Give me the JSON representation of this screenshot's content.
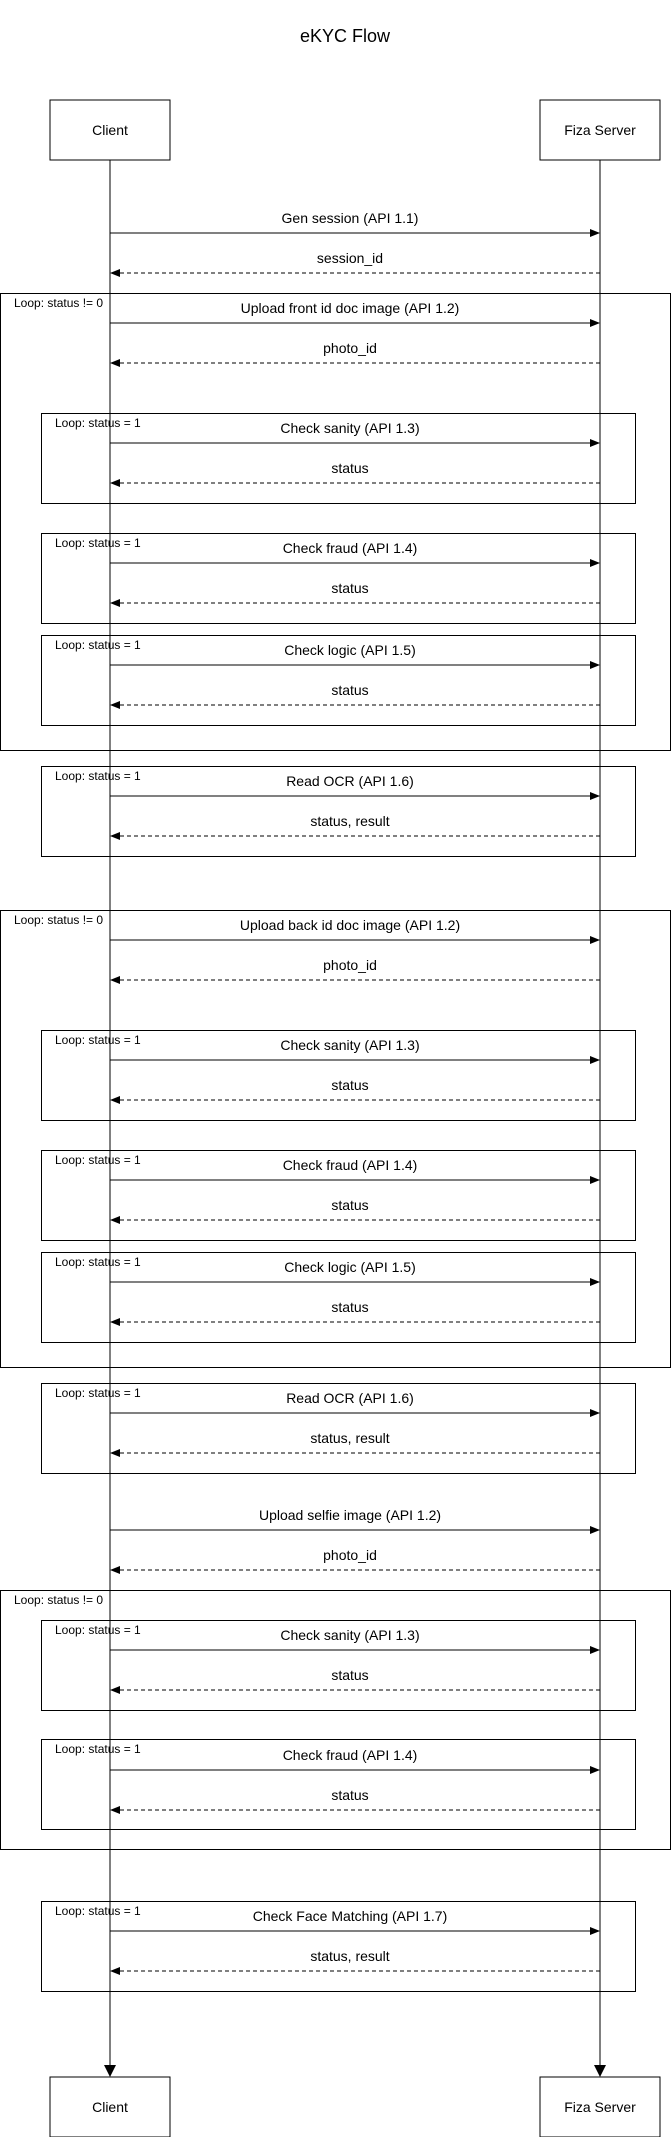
{
  "title": "eKYC Flow",
  "actors": {
    "left": "Client",
    "right": "Fiza Server"
  },
  "loops": [
    {
      "label": "Loop: status != 0"
    },
    {
      "label": "Loop: status = 1"
    },
    {
      "label": "Loop: status = 1"
    },
    {
      "label": "Loop: status = 1"
    },
    {
      "label": "Loop: status = 1"
    },
    {
      "label": "Loop: status != 0"
    },
    {
      "label": "Loop: status = 1"
    },
    {
      "label": "Loop: status = 1"
    },
    {
      "label": "Loop: status = 1"
    },
    {
      "label": "Loop: status = 1"
    },
    {
      "label": "Loop: status != 0"
    },
    {
      "label": "Loop: status = 1"
    },
    {
      "label": "Loop: status = 1"
    },
    {
      "label": "Loop: status = 1"
    }
  ],
  "messages": [
    {
      "label": "Gen session (API 1.1)",
      "type": "request"
    },
    {
      "label": "session_id",
      "type": "response"
    },
    {
      "label": "Upload front id doc image (API 1.2)",
      "type": "request"
    },
    {
      "label": "photo_id",
      "type": "response"
    },
    {
      "label": "Check sanity (API 1.3)",
      "type": "request"
    },
    {
      "label": "status",
      "type": "response"
    },
    {
      "label": "Check fraud (API 1.4)",
      "type": "request"
    },
    {
      "label": "status",
      "type": "response"
    },
    {
      "label": "Check logic (API 1.5)",
      "type": "request"
    },
    {
      "label": "status",
      "type": "response"
    },
    {
      "label": "Read OCR (API 1.6)",
      "type": "request"
    },
    {
      "label": "status, result",
      "type": "response"
    },
    {
      "label": "Upload back id doc image (API 1.2)",
      "type": "request"
    },
    {
      "label": "photo_id",
      "type": "response"
    },
    {
      "label": "Check sanity (API 1.3)",
      "type": "request"
    },
    {
      "label": "status",
      "type": "response"
    },
    {
      "label": "Check fraud (API 1.4)",
      "type": "request"
    },
    {
      "label": "status",
      "type": "response"
    },
    {
      "label": "Check logic (API 1.5)",
      "type": "request"
    },
    {
      "label": "status",
      "type": "response"
    },
    {
      "label": "Read OCR (API 1.6)",
      "type": "request"
    },
    {
      "label": "status, result",
      "type": "response"
    },
    {
      "label": "Upload selfie image (API 1.2)",
      "type": "request"
    },
    {
      "label": "photo_id",
      "type": "response"
    },
    {
      "label": "Check sanity (API 1.3)",
      "type": "request"
    },
    {
      "label": "status",
      "type": "response"
    },
    {
      "label": "Check fraud (API 1.4)",
      "type": "request"
    },
    {
      "label": "status",
      "type": "response"
    },
    {
      "label": "Check Face Matching (API 1.7)",
      "type": "request"
    },
    {
      "label": "status, result",
      "type": "response"
    }
  ]
}
